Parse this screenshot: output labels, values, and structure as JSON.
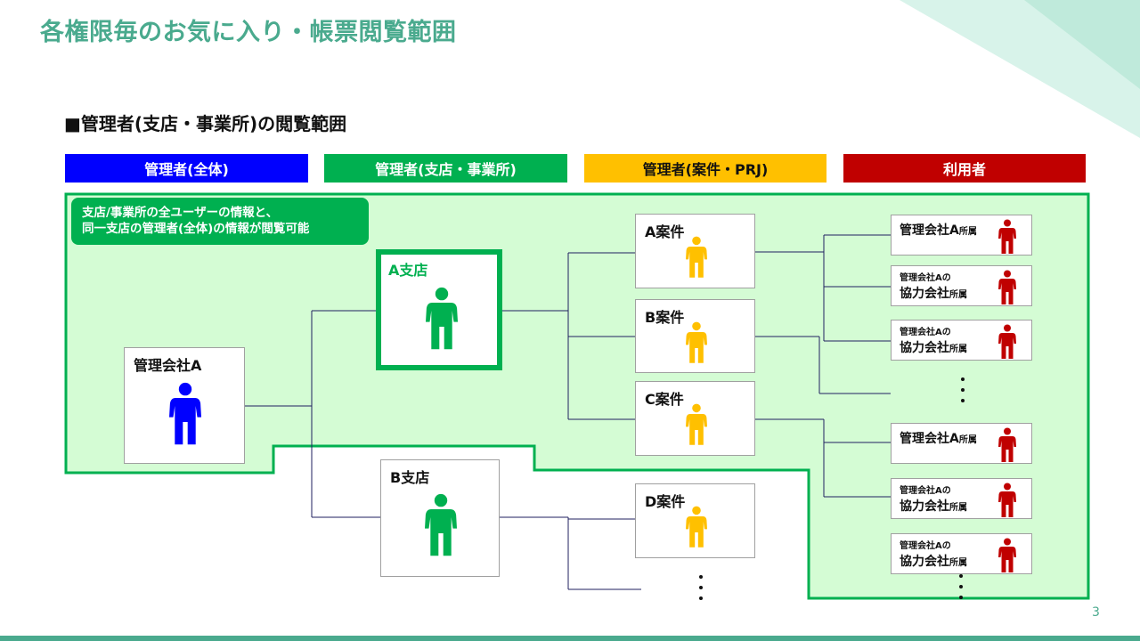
{
  "title": "各権限毎のお気に入り・帳票閲覧範囲",
  "subtitle": "■管理者(支店・事業所)の閲覧範囲",
  "legend": [
    {
      "label": "管理者(全体)",
      "color": "#0000ff"
    },
    {
      "label": "管理者(支店・事業所)",
      "color": "#00b050"
    },
    {
      "label": "管理者(案件・PRJ)",
      "color": "#ffc000"
    },
    {
      "label": "利用者",
      "color": "#c00000"
    }
  ],
  "note": {
    "line1": "支店/事業所の全ユーザーの情報と、",
    "line2": "同一支店の管理者(全体)の情報が閲覧可能"
  },
  "company": "管理会社A",
  "branches": [
    "A支店",
    "B支店"
  ],
  "projects": [
    "A案件",
    "B案件",
    "C案件",
    "D案件"
  ],
  "users": {
    "own_main": "管理会社A",
    "own_suffix": "所属",
    "partner_line1": "管理会社Aの",
    "partner_main": "協力会社",
    "partner_suffix": "所属"
  },
  "page_number": "3",
  "colors": {
    "region_fill": "#d4fcd4",
    "region_stroke": "#00b050",
    "connector": "#1f1f5f"
  }
}
